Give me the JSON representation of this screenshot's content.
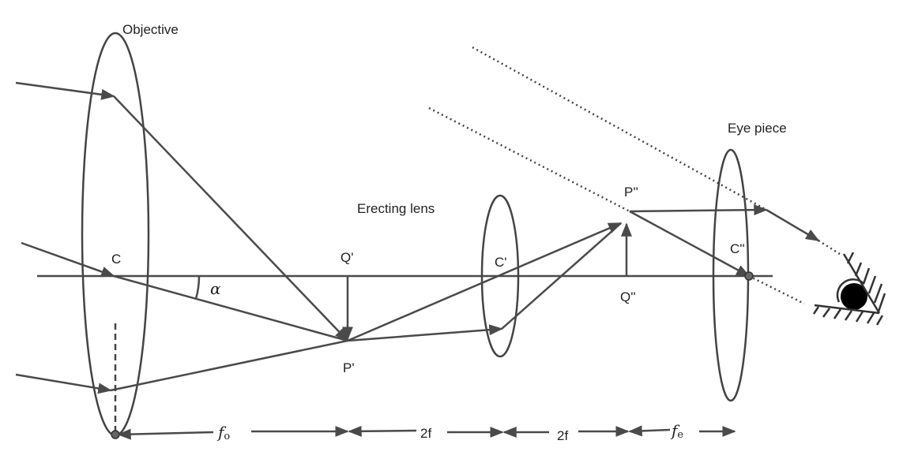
{
  "labels": {
    "objective": "Objective",
    "erecting_lens": "Erecting lens",
    "eye_piece": "Eye piece",
    "c": "C",
    "c_prime": "C'",
    "c_double_prime": "C''",
    "q_prime": "Q'",
    "p_prime": "P'",
    "p_double_prime": "P''",
    "q_double_prime": "Q''",
    "alpha": "α"
  },
  "distances": {
    "fo": "f",
    "fo_sub": "o",
    "two_f_1": "2f",
    "two_f_2": "2f",
    "fe": "f",
    "fe_sub": "e"
  },
  "colors": {
    "line": "#4a4a4a",
    "eye": "#000000"
  }
}
